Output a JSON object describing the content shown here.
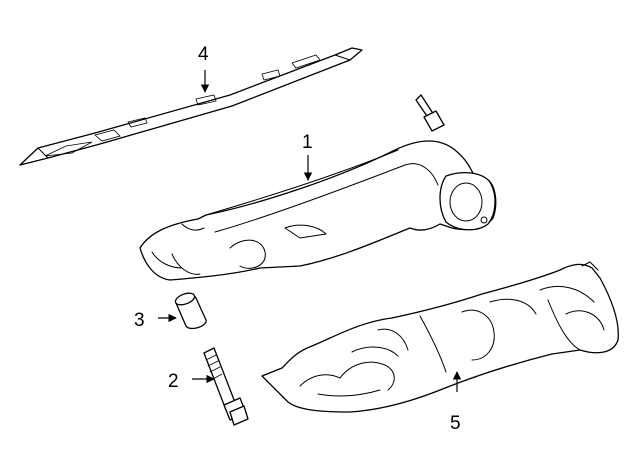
{
  "diagram": {
    "background": "#ffffff",
    "line_color": "#000000",
    "callouts": [
      {
        "id": "part-1",
        "label": "1",
        "part": "exhaust-manifold"
      },
      {
        "id": "part-2",
        "label": "2",
        "part": "bolt"
      },
      {
        "id": "part-3",
        "label": "3",
        "part": "sleeve"
      },
      {
        "id": "part-4",
        "label": "4",
        "part": "gasket"
      },
      {
        "id": "part-5",
        "label": "5",
        "part": "heat-shield"
      }
    ]
  }
}
